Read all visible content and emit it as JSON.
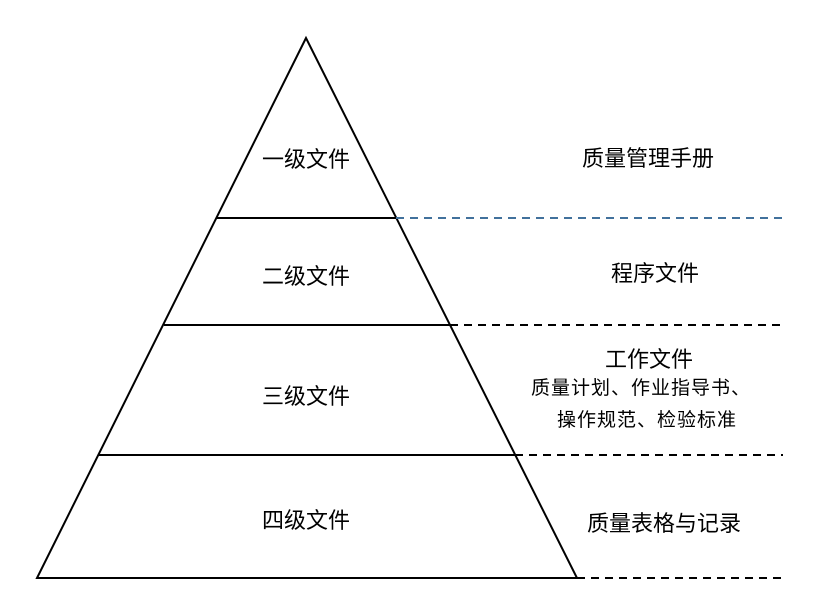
{
  "levels": [
    {
      "label": "一级文件",
      "description": "质量管理手册"
    },
    {
      "label": "二级文件",
      "description": "程序文件"
    },
    {
      "label": "三级文件",
      "description": "工作文件",
      "details": [
        "质量计划、作业指导书、",
        "操作规范、检验标准"
      ]
    },
    {
      "label": "四级文件",
      "description": "质量表格与记录"
    }
  ],
  "colors": {
    "line": "#000000",
    "accent_dash": "#41719c"
  }
}
